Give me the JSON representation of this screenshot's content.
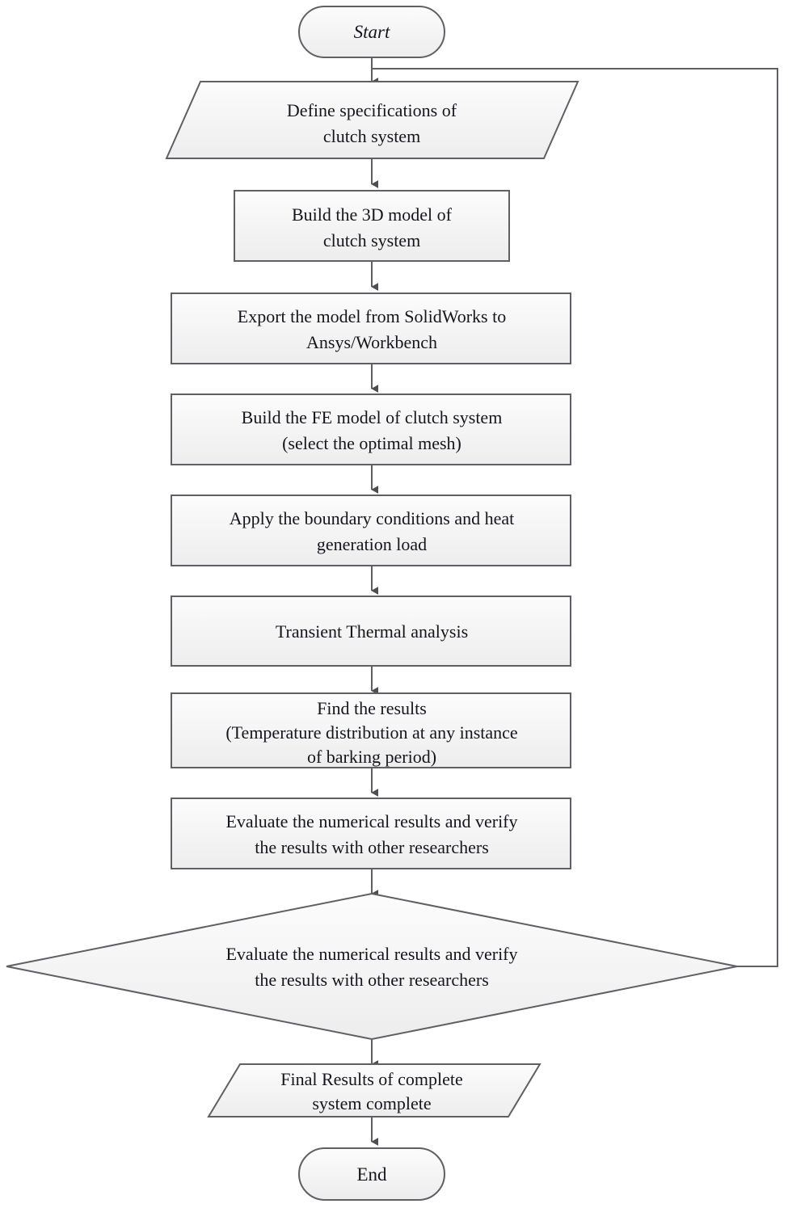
{
  "diagram": {
    "title": "Clutch system transient thermal analysis flowchart",
    "type": "flowchart",
    "colors": {
      "shape_fill_top": "#fbfbfb",
      "shape_fill_bottom": "#eeeeee",
      "shape_stroke": "#5f6064",
      "connector_stroke": "#5f6064",
      "text": "#15161d",
      "background": "#ffffff"
    },
    "nodes": [
      {
        "id": "start",
        "shape": "terminal",
        "italic": true,
        "lines": [
          "Start"
        ]
      },
      {
        "id": "define-specs",
        "shape": "parallelogram",
        "italic": false,
        "lines": [
          "Define specifications of",
          "clutch system"
        ]
      },
      {
        "id": "build-3d-model",
        "shape": "process",
        "italic": false,
        "lines": [
          "Build the 3D model of",
          "clutch system"
        ]
      },
      {
        "id": "export-model",
        "shape": "process",
        "italic": false,
        "lines": [
          "Export the model from SolidWorks to",
          "Ansys/Workbench"
        ]
      },
      {
        "id": "build-fe-model",
        "shape": "process",
        "italic": false,
        "lines": [
          "Build the FE model of clutch system",
          "(select the optimal mesh)"
        ]
      },
      {
        "id": "apply-boundary-conditions",
        "shape": "process",
        "italic": false,
        "lines": [
          "Apply the boundary conditions and heat",
          "generation load"
        ]
      },
      {
        "id": "transient-thermal-analysis",
        "shape": "process",
        "italic": false,
        "lines": [
          "Transient Thermal analysis"
        ]
      },
      {
        "id": "find-the-results",
        "shape": "process",
        "italic": false,
        "lines": [
          "Find the results",
          "(Temperature distribution at any instance",
          "of barking period)"
        ]
      },
      {
        "id": "evaluate-results-box",
        "shape": "process",
        "italic": false,
        "lines": [
          "Evaluate the numerical results and verify",
          "the results with other researchers"
        ]
      },
      {
        "id": "evaluate-results-decision",
        "shape": "decision",
        "italic": false,
        "lines": [
          "Evaluate the numerical results and verify",
          "the results with other researchers"
        ]
      },
      {
        "id": "final-results",
        "shape": "parallelogram",
        "italic": false,
        "lines": [
          "Final Results of complete",
          "system complete"
        ]
      },
      {
        "id": "end",
        "shape": "terminal",
        "italic": false,
        "lines": [
          "End"
        ]
      }
    ],
    "connectors": [
      {
        "id": "start-to-define-specs",
        "from": "start",
        "to": "define-specs",
        "arrow": true
      },
      {
        "id": "define-specs-to-build-3d-model",
        "from": "define-specs",
        "to": "build-3d-model",
        "arrow": true
      },
      {
        "id": "build-3d-model-to-export-model",
        "from": "build-3d-model",
        "to": "export-model",
        "arrow": true
      },
      {
        "id": "export-model-to-build-fe-model",
        "from": "export-model",
        "to": "build-fe-model",
        "arrow": true
      },
      {
        "id": "build-fe-model-to-apply-boundary-conditions",
        "from": "build-fe-model",
        "to": "apply-boundary-conditions",
        "arrow": true
      },
      {
        "id": "apply-boundary-conditions-to-transient-thermal-analysis",
        "from": "apply-boundary-conditions",
        "to": "transient-thermal-analysis",
        "arrow": true
      },
      {
        "id": "transient-thermal-analysis-to-find-the-results",
        "from": "transient-thermal-analysis",
        "to": "find-the-results",
        "arrow": true
      },
      {
        "id": "find-the-results-to-evaluate-results-box",
        "from": "find-the-results",
        "to": "evaluate-results-box",
        "arrow": true
      },
      {
        "id": "evaluate-results-box-to-decision",
        "from": "evaluate-results-box",
        "to": "evaluate-results-decision",
        "arrow": true
      },
      {
        "id": "decision-to-final-results",
        "from": "evaluate-results-decision",
        "to": "final-results",
        "arrow": true
      },
      {
        "id": "final-results-to-end",
        "from": "final-results",
        "to": "end",
        "arrow": true
      },
      {
        "id": "feedback-loop-decision-to-define-specs",
        "from": "evaluate-results-decision",
        "to": "define-specs",
        "arrow": false,
        "label": ""
      }
    ]
  }
}
